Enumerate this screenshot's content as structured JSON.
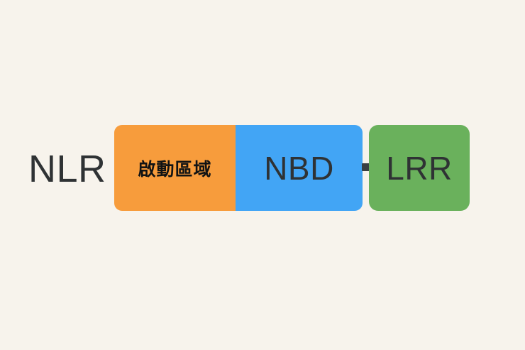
{
  "diagram": {
    "type": "protein-domain-architecture",
    "background_color": "#f7f3ec",
    "protein_label": "NLR",
    "protein_label_color": "#2f3234",
    "linker": {
      "name": "domain-linker",
      "color": "#3a3f42"
    },
    "domains": [
      {
        "id": "activation",
        "label": "啟動區域",
        "color": "#f79c3c",
        "text_color": "#111314"
      },
      {
        "id": "nbd",
        "label": "NBD",
        "color": "#42a5f5",
        "text_color": "#2f3234"
      },
      {
        "id": "lrr",
        "label": "LRR",
        "color": "#6ab15c",
        "text_color": "#2f3234"
      }
    ]
  }
}
